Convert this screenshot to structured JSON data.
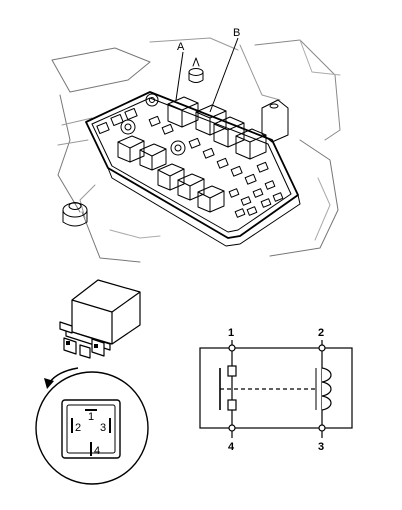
{
  "callouts": {
    "a": "A",
    "b": "B"
  },
  "connector_pins": {
    "p1": "1",
    "p2": "2",
    "p3": "3",
    "p4": "4"
  },
  "schematic_terminals": {
    "t1": "1",
    "t2": "2",
    "t3": "3",
    "t4": "4"
  },
  "icons": [
    "relay-box-illustration",
    "relay-part-icon",
    "curved-arrow-icon",
    "connector-face-icon",
    "relay-schematic"
  ]
}
